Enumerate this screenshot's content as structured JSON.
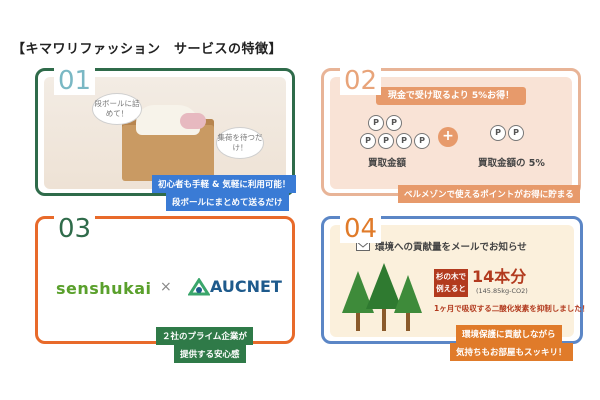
{
  "page": {
    "title": "【キマワリファッション　サービスの特徴】"
  },
  "card1": {
    "num": "01",
    "bubble1": "段ボールに詰めて！",
    "bubble2": "集荷を待つだけ！",
    "tag1": "初心者も手軽 & 気軽に利用可能！",
    "tag2": "段ボールにまとめて送るだけ"
  },
  "card2": {
    "num": "02",
    "headline": "現金で受け取るより 5%お得！",
    "label_left": "買取金額",
    "label_right": "買取金額の 5%",
    "coin_mark": "P",
    "tag": "ベルメゾンで使えるポイントがお得に貯まる"
  },
  "card3": {
    "num": "03",
    "logo_left": "senshukai",
    "times": "×",
    "logo_right": "AUCNET",
    "tag1": "２社のプライム企業が",
    "tag2": "提供する安心感"
  },
  "card4": {
    "num": "04",
    "mail_text": "環境への貢献量をメールでお知らせ",
    "redbox": "杉の木で例えると",
    "big": "14本分",
    "co2": "(145.85kg-CO2)",
    "absorb": "1ヶ月で吸収する二酸化炭素を抑制しました！",
    "tag1": "環境保護に貢献しながら",
    "tag2": "気持ちもお部屋もスッキリ！"
  },
  "colors": {
    "green": "#2f6b4a",
    "peach": "#e8b497",
    "orange": "#e86a2a",
    "blue": "#5b86c6"
  }
}
